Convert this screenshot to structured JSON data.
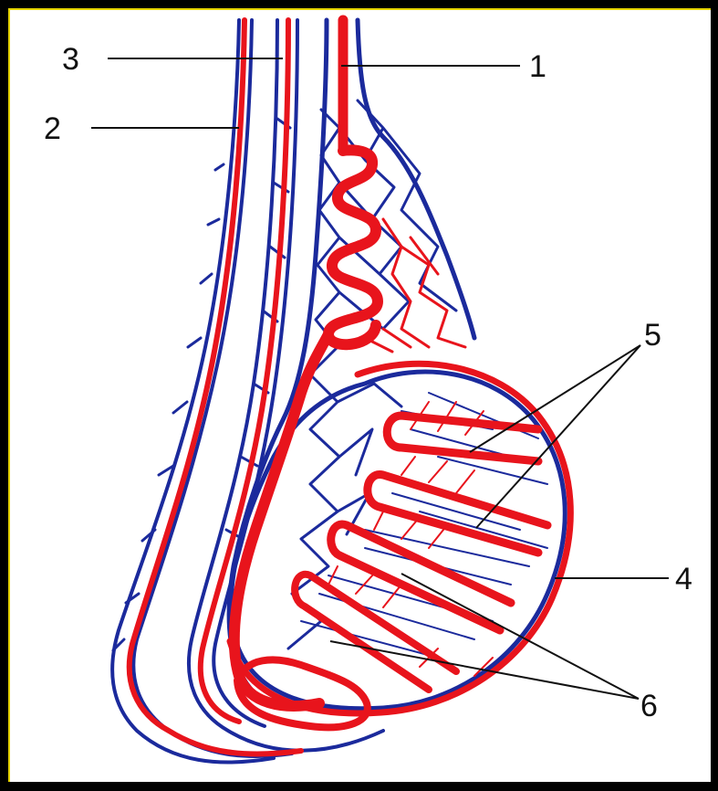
{
  "labels": {
    "l1": "1",
    "l2": "2",
    "l3": "3",
    "l4": "4",
    "l5": "5",
    "l6": "6"
  },
  "colors": {
    "artery": "#e8141c",
    "vein": "#1b2a9c",
    "background": "#ffffff",
    "frame": "#000000"
  }
}
